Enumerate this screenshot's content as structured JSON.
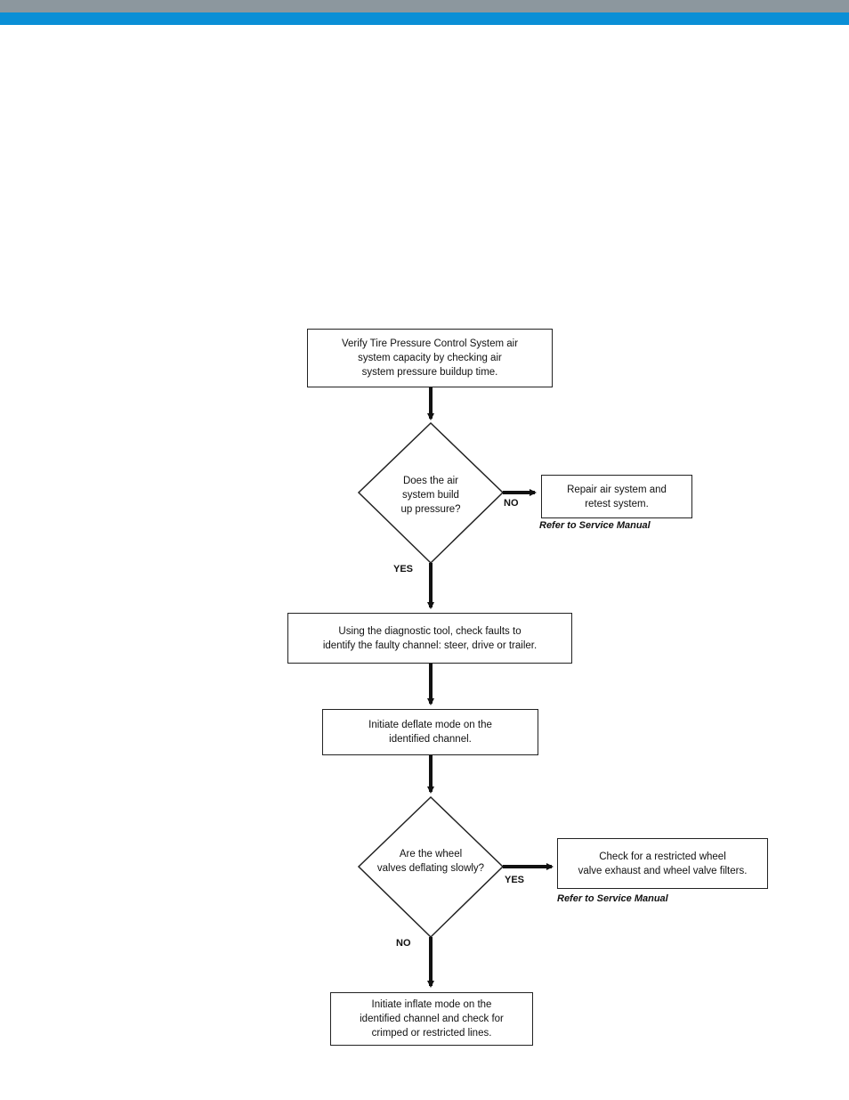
{
  "header": {
    "gray_band_color": "#8c979e",
    "blue_band_color": "#0a8fd6"
  },
  "flowchart": {
    "step1": "Verify Tire Pressure Control System air\nsystem capacity by checking air\nsystem pressure buildup time.",
    "decision1": "Does the air\nsystem build\nup pressure?",
    "decision1_no_label": "NO",
    "decision1_yes_label": "YES",
    "repair_box": "Repair air system and\nretest system.",
    "repair_ref": "Refer to Service Manual",
    "step2": "Using the diagnostic tool, check faults to\nidentify the faulty channel: steer, drive or trailer.",
    "step3": "Initiate deflate mode on the\nidentified channel.",
    "decision2": "Are the wheel\nvalves deflating slowly?",
    "decision2_yes_label": "YES",
    "decision2_no_label": "NO",
    "check_box": "Check for a restricted wheel\nvalve exhaust and wheel valve filters.",
    "check_ref": "Refer to Service Manual",
    "step4": "Initiate inflate mode on the\nidentified channel and check for\ncrimped or restricted lines."
  }
}
